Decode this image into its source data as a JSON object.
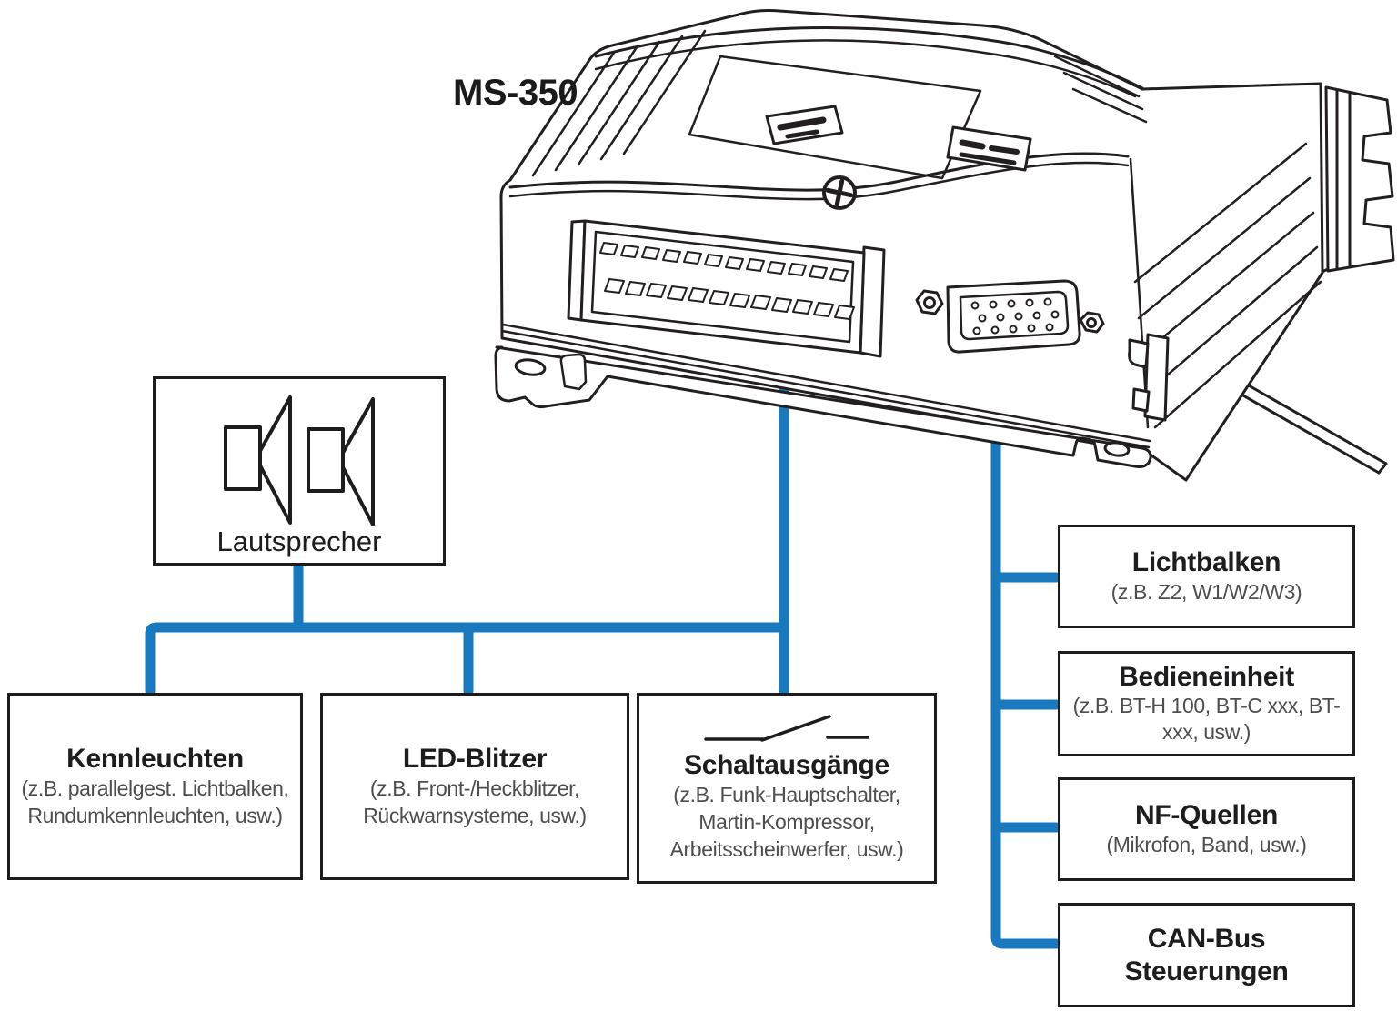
{
  "colors": {
    "accent_blue": "#1879bf",
    "line_ink": "#231f20",
    "title_dark": "#1d1d1f",
    "subtitle_gray": "#4d4e50"
  },
  "device": {
    "model_label": "MS-350"
  },
  "boxes": {
    "lautsprecher": {
      "title": "Lautsprecher"
    },
    "kennleuchten": {
      "title": "Kennleuchten",
      "subtitle_lines": [
        "(z.B. parallelgest. Lichtbalken,",
        "Rundumkennleuchten, usw.)"
      ]
    },
    "led_blitzer": {
      "title": "LED-Blitzer",
      "subtitle_lines": [
        "(z.B. Front-/Heckblitzer,",
        "Rückwarnsysteme, usw.)"
      ]
    },
    "schaltausgaenge": {
      "title": "Schaltausgänge",
      "subtitle_lines": [
        "(z.B. Funk-Hauptschalter,",
        "Martin-Kompressor,",
        "Arbeitsscheinwerfer, usw.)"
      ]
    },
    "lichtbalken": {
      "title": "Lichtbalken",
      "subtitle_lines": [
        "(z.B. Z2, W1/W2/W3)"
      ]
    },
    "bedieneinheit": {
      "title": "Bedieneinheit",
      "subtitle_lines": [
        "(z.B. BT-H 100, BT-C xxx, BT-",
        "xxx, usw.)"
      ]
    },
    "nf_quellen": {
      "title": "NF-Quellen",
      "subtitle_lines": [
        "(Mikrofon, Band, usw.)"
      ]
    },
    "can_bus": {
      "title_lines": [
        "CAN-Bus",
        "Steuerungen"
      ]
    }
  }
}
